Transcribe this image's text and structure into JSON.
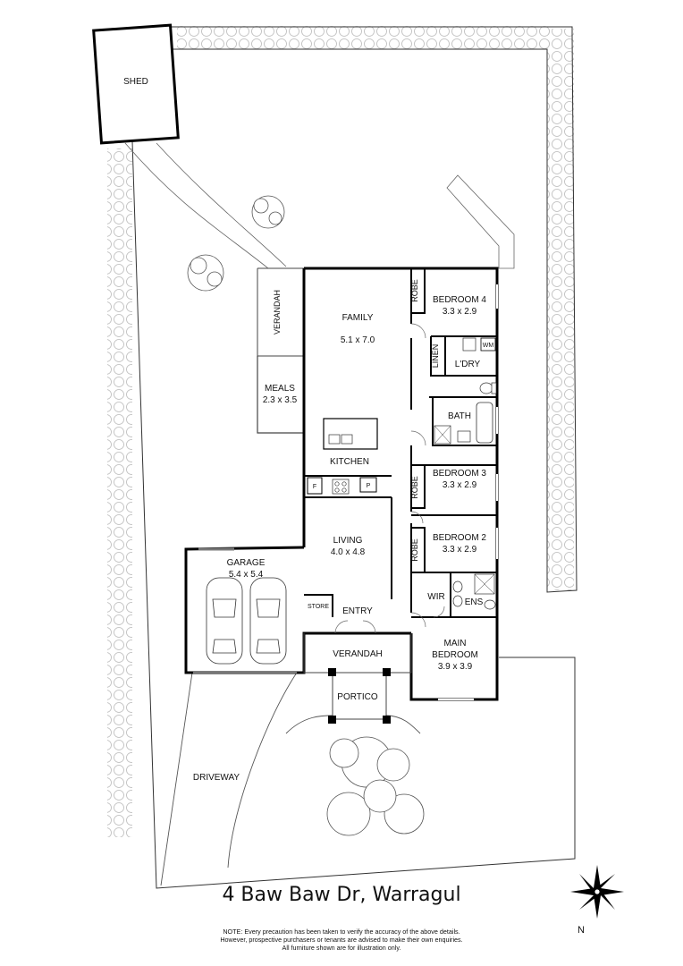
{
  "rooms": {
    "shed": "SHED",
    "verandah_side": "VERANDAH",
    "family": "FAMILY",
    "family_size": "5.1 x 7.0",
    "meals": "MEALS",
    "meals_size": "2.3 x 3.5",
    "kitchen": "KITCHEN",
    "fridge": "F",
    "pantry": "P",
    "living": "LIVING",
    "living_size": "4.0 x 4.8",
    "store": "STORE",
    "entry": "ENTRY",
    "garage": "GARAGE",
    "garage_size": "5.4 x 5.4",
    "verandah_front": "VERANDAH",
    "portico": "PORTICO",
    "driveway": "DRIVEWAY",
    "bed4": "BEDROOM 4",
    "bed4_size": "3.3 x 2.9",
    "robe4": "ROBE",
    "linen": "LINEN",
    "wm": "WM",
    "laundry": "L'DRY",
    "bath": "BATH",
    "bed3": "BEDROOM 3",
    "bed3_size": "3.3 x 2.9",
    "robe3": "ROBE",
    "bed2": "BEDROOM 2",
    "bed2_size": "3.3 x 2.9",
    "robe2": "ROBE",
    "wir": "WIR",
    "ens": "ENS",
    "main_bed_1": "MAIN",
    "main_bed_2": "BEDROOM",
    "main_bed_size": "3.9 x 3.9"
  },
  "address": "4 Baw Baw Dr, Warragul",
  "note": {
    "line1": "NOTE: Every precaution has been taken to verify the accuracy of the above details.",
    "line2": "However, prospective purchasers or tenants are advised to make their own enquiries.",
    "line3": "All furniture shown are for illustration only."
  },
  "compass": {
    "label": "N",
    "icon": "north-compass-icon"
  }
}
